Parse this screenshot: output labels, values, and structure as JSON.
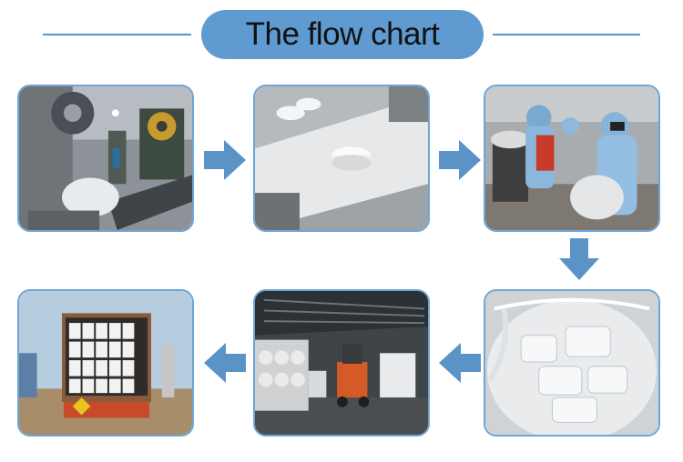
{
  "header": {
    "title": "The flow chart"
  },
  "colors": {
    "accent": "#5f9bd0",
    "border": "#6fa6d6",
    "arrow": "#5b93c7"
  },
  "steps": [
    {
      "icon": "tablet-press-machine-photo"
    },
    {
      "icon": "tablets-on-conveyor-photo"
    },
    {
      "icon": "workers-packing-photo"
    },
    {
      "icon": "bagged-tablets-photo"
    },
    {
      "icon": "warehouse-forklift-photo"
    },
    {
      "icon": "container-loading-photo"
    }
  ]
}
